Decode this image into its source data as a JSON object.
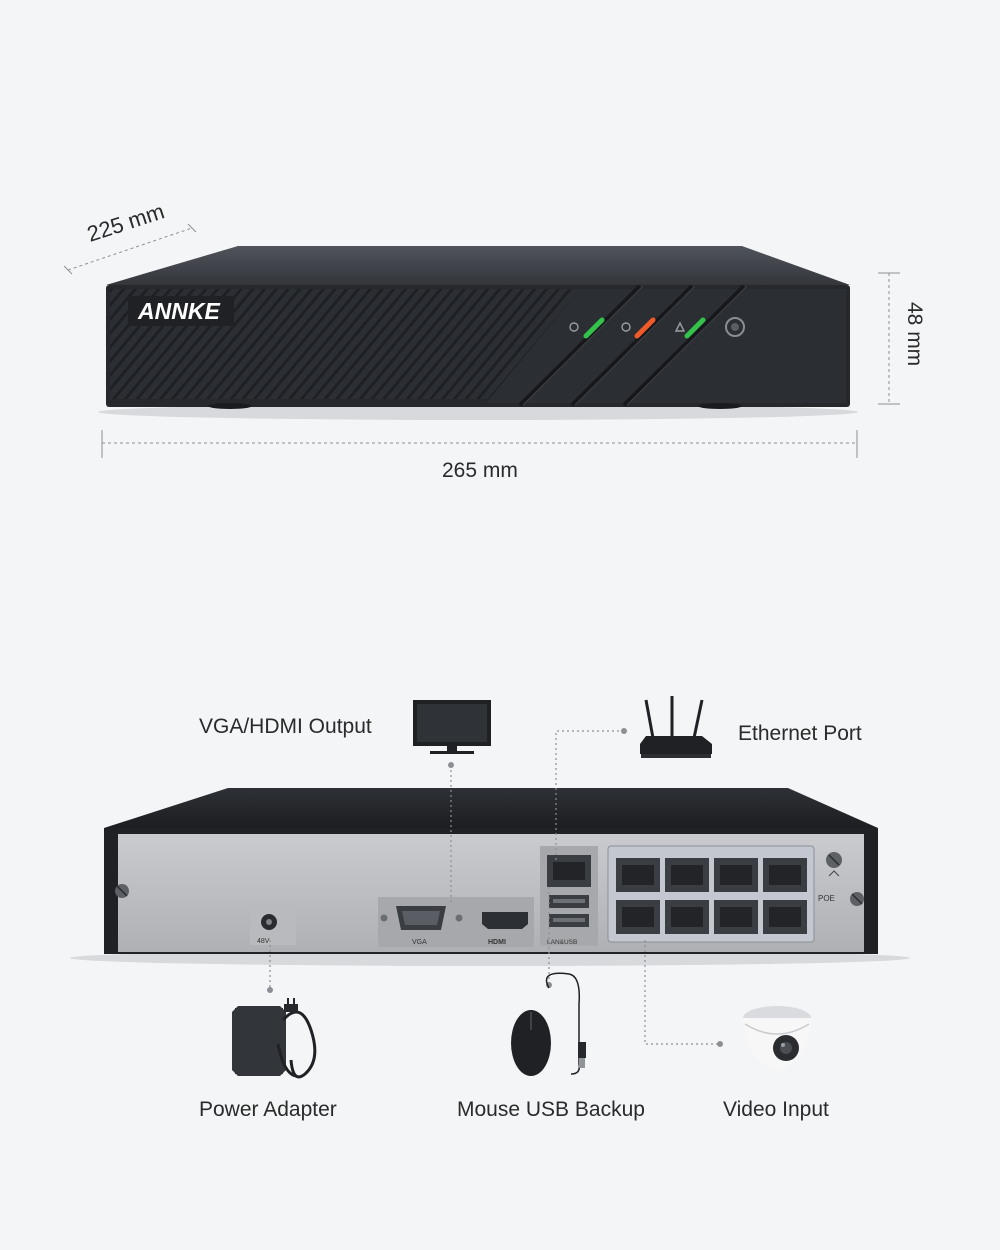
{
  "top_device": {
    "brand": "ANNKE",
    "dimensions": {
      "depth": "225 mm",
      "width": "265 mm",
      "height": "48 mm"
    },
    "led_colors": [
      "#34c24a",
      "#f05a28",
      "#34c24a"
    ]
  },
  "rear_panel": {
    "port_labels": {
      "power": "48V",
      "vga": "VGA",
      "hdmi": "HDMI",
      "lan_usb": "LAN&USB",
      "poe": "POE"
    }
  },
  "callouts": {
    "vga_hdmi": "VGA/HDMI Output",
    "ethernet": "Ethernet Port",
    "power": "Power Adapter",
    "mouse": "Mouse USB Backup",
    "video": "Video Input"
  }
}
